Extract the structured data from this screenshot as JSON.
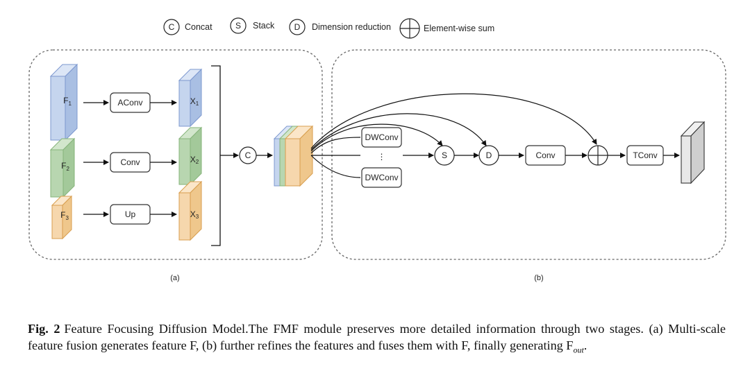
{
  "legend": {
    "concat": {
      "symbol": "C",
      "label": "Concat"
    },
    "stack": {
      "symbol": "S",
      "label": "Stack"
    },
    "dimension_reduction": {
      "symbol": "D",
      "label": "Dimension reduction"
    },
    "element_wise_sum": {
      "label": "Element-wise sum"
    }
  },
  "panel_a": {
    "label": "(a)",
    "inputs": [
      {
        "name": "F",
        "sub": "1",
        "color": "#c5d5ee",
        "stroke": "#7d98cf"
      },
      {
        "name": "F",
        "sub": "2",
        "color": "#b8d6b0",
        "stroke": "#86b47a"
      },
      {
        "name": "F",
        "sub": "3",
        "color": "#f6d7ad",
        "stroke": "#d89e4e"
      }
    ],
    "ops": [
      "AConv",
      "Conv",
      "Up"
    ],
    "outputs": [
      {
        "name": "X",
        "sub": "1"
      },
      {
        "name": "X",
        "sub": "2"
      },
      {
        "name": "X",
        "sub": "3"
      }
    ],
    "concat_symbol": "C"
  },
  "panel_b": {
    "label": "(b)",
    "dwconv_top": "DWConv",
    "dwconv_ellipsis": "⋮",
    "dwconv_bottom": "DWConv",
    "stack_symbol": "S",
    "reduce_symbol": "D",
    "conv": "Conv",
    "tconv": "TConv"
  },
  "colors": {
    "blue_fill": "#c5d5ee",
    "green_fill": "#b8d6b0",
    "orange_fill": "#f6d7ad",
    "output_fill": "#e8e8e8"
  },
  "caption": {
    "fig_label": "Fig. 2",
    "text": "Feature Focusing Diffusion Model.The FMF module preserves more detailed information through two stages. (a) Multi-scale feature fusion generates feature F, (b) further refines the features and fuses them with F, finally generating F",
    "out_sub": "out",
    "end": "."
  }
}
